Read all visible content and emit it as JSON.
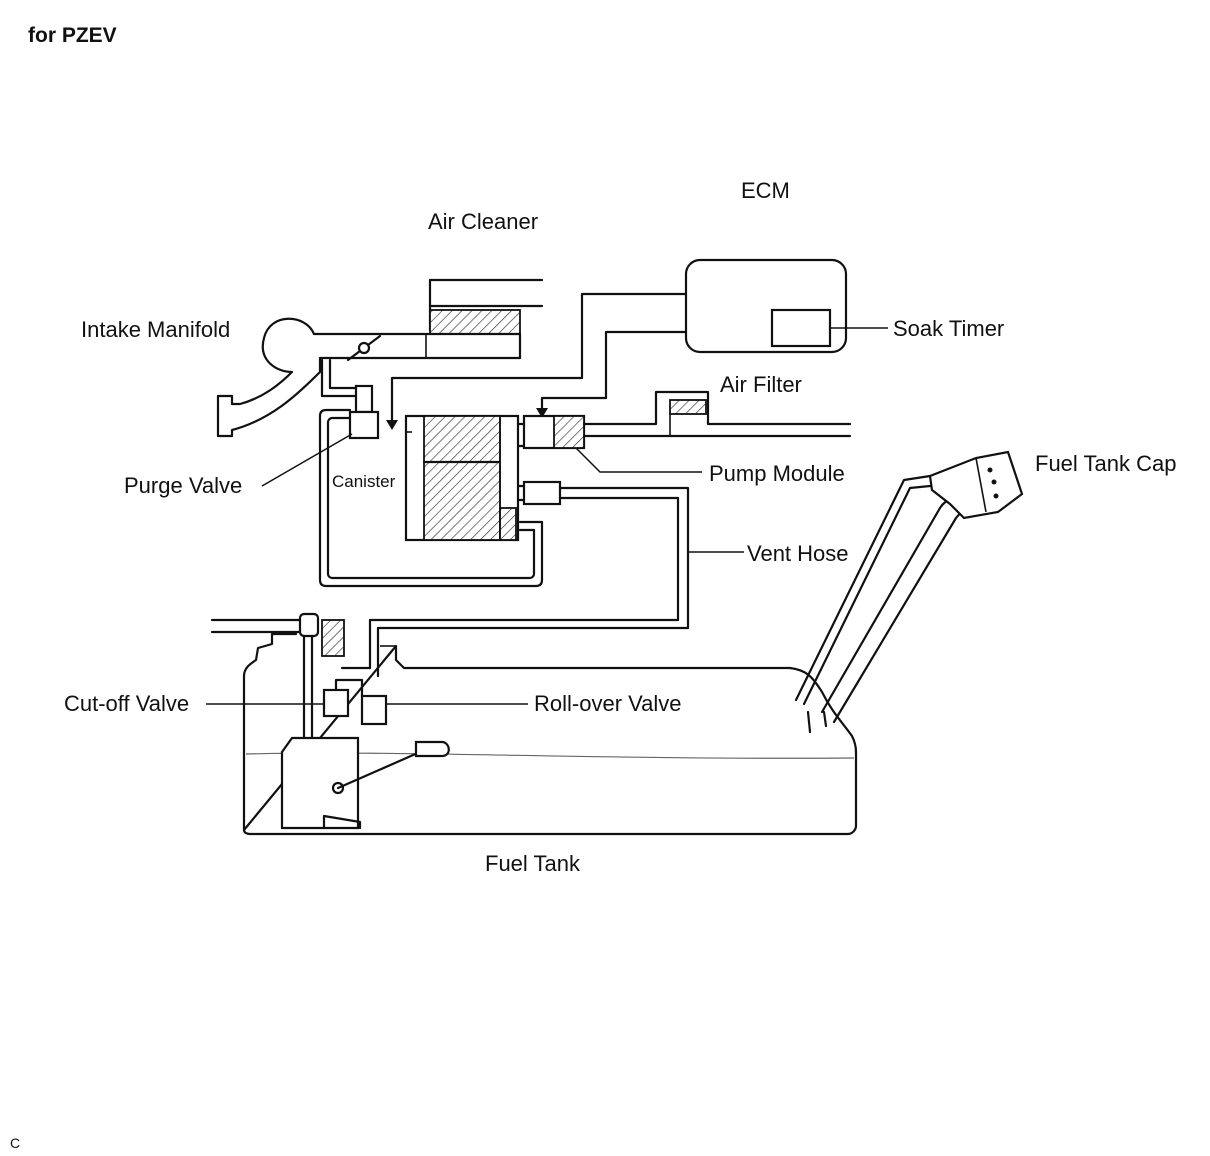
{
  "title": "for PZEV",
  "corner_mark": "C",
  "labels": {
    "ecm": "ECM",
    "air_cleaner": "Air Cleaner",
    "intake_manifold": "Intake Manifold",
    "soak_timer": "Soak Timer",
    "air_filter": "Air Filter",
    "purge_valve": "Purge Valve",
    "canister": "Canister",
    "pump_module": "Pump Module",
    "vent_hose": "Vent Hose",
    "fuel_tank_cap": "Fuel Tank Cap",
    "cut_off_valve": "Cut-off Valve",
    "roll_over_valve": "Roll-over Valve",
    "fuel_tank": "Fuel Tank"
  }
}
